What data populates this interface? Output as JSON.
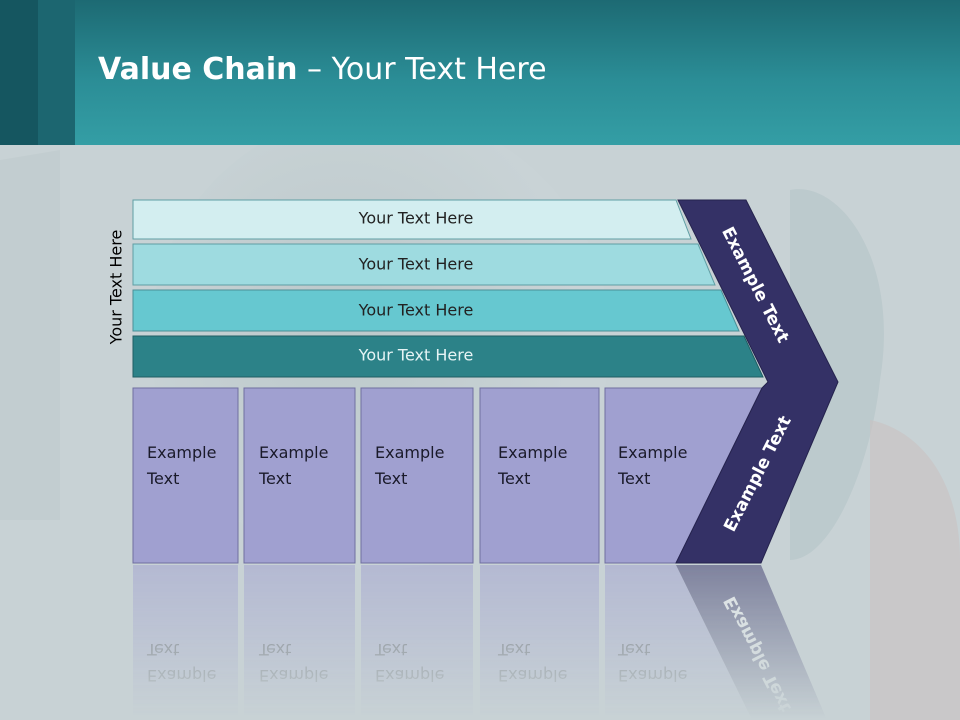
{
  "slide": {
    "title_bold": "Value Chain",
    "title_rest": " – Your Text Here"
  },
  "side_label": "Your Text Here",
  "bars": [
    {
      "label": "Your Text Here",
      "color": "#d3eef0"
    },
    {
      "label": "Your Text Here",
      "color": "#9edbe0"
    },
    {
      "label": "Your Text Here",
      "color": "#66c8d0"
    },
    {
      "label": "Your Text Here",
      "color": "#2c8288"
    }
  ],
  "cells": [
    {
      "line1": "Example",
      "line2": "Text"
    },
    {
      "line1": "Example",
      "line2": "Text"
    },
    {
      "line1": "Example",
      "line2": "Text"
    },
    {
      "line1": "Example",
      "line2": "Text"
    },
    {
      "line1": "Example",
      "line2": "Text"
    }
  ],
  "cell_color": "#a0a0d0",
  "chevron": {
    "upper_label": "Example Text",
    "lower_label": "Example Text",
    "color": "#343166"
  }
}
